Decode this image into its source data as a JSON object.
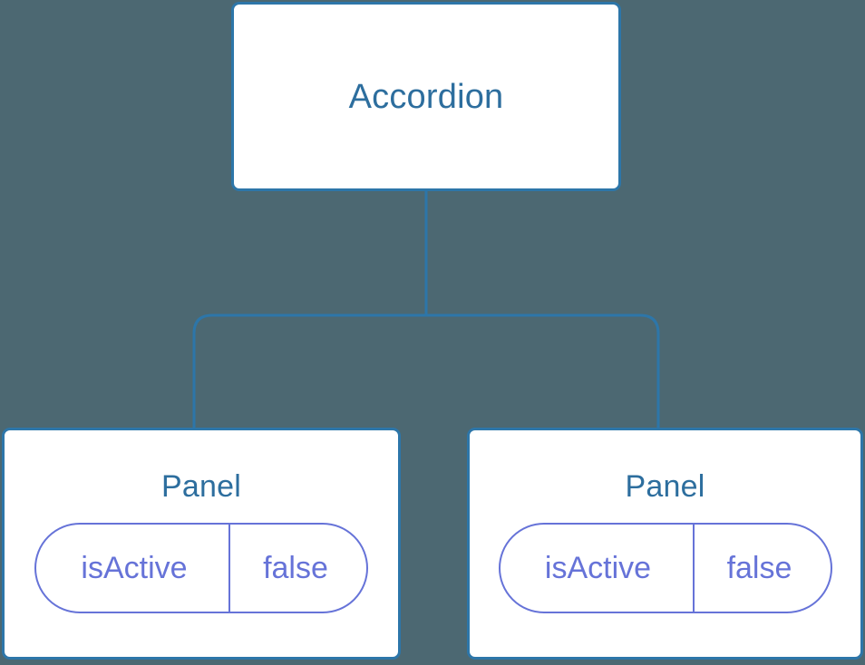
{
  "diagram": {
    "type": "component-tree",
    "background_color": "#4c6872",
    "node_border_color": "#2d76a9",
    "node_title_color": "#2d6e9e",
    "prop_color": "#6673d8",
    "connector_color": "#2d76a9"
  },
  "root": {
    "title": "Accordion"
  },
  "children": [
    {
      "title": "Panel",
      "prop": {
        "key": "isActive",
        "value": "false"
      }
    },
    {
      "title": "Panel",
      "prop": {
        "key": "isActive",
        "value": "false"
      }
    }
  ]
}
